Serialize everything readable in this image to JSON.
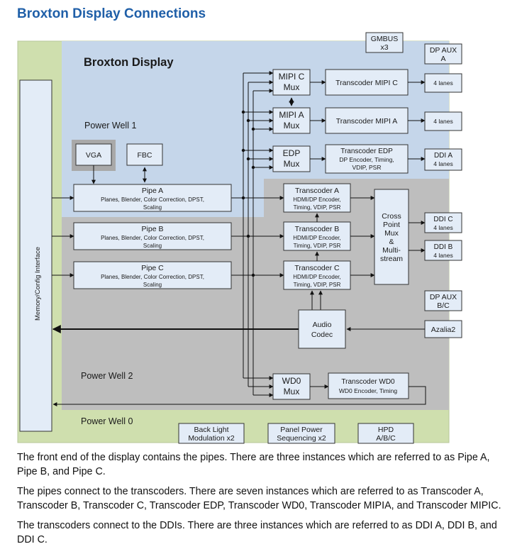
{
  "title": "Broxton Display Connections",
  "diagram": {
    "display_label": "Broxton Display",
    "power_well_1": "Power Well 1",
    "power_well_2": "Power Well 2",
    "power_well_0": "Power Well 0",
    "memory_config": "Memory/Config Interface",
    "gmbus": [
      "GMBUS",
      "x3"
    ],
    "dp_aux_a": [
      "DP AUX",
      "A"
    ],
    "mipi_c_mux": [
      "MIPI C",
      "Mux"
    ],
    "mipi_a_mux": [
      "MIPI A",
      "Mux"
    ],
    "edp_mux": [
      "EDP",
      "Mux"
    ],
    "wd0_mux": [
      "WD0",
      "Mux"
    ],
    "transcoder_mipi_c": "Transcoder MIPI C",
    "transcoder_mipi_a": "Transcoder MIPI A",
    "transcoder_edp": [
      "Transcoder EDP",
      "DP Encoder, Timing,",
      "VDIP, PSR"
    ],
    "transcoder_a": [
      "Transcoder A",
      "HDMI/DP Encoder,",
      "Timing, VDIP, PSR"
    ],
    "transcoder_b": [
      "Transcoder B",
      "HDMI/DP Encoder,",
      "Timing, VDIP, PSR"
    ],
    "transcoder_c": [
      "Transcoder C",
      "HDMI/DP Encoder,",
      "Timing, VDIP, PSR"
    ],
    "transcoder_wd0": [
      "Transcoder WD0",
      "WD0 Encoder, Timing"
    ],
    "cross_point": [
      "Cross",
      "Point",
      "Mux",
      "&",
      "Multi-",
      "stream"
    ],
    "vga": "VGA",
    "fbc": "FBC",
    "pipe_a": [
      "Pipe A",
      "Planes, Blender, Color Correction, DPST,",
      "Scaling"
    ],
    "pipe_b": [
      "Pipe B",
      "Planes, Blender, Color Correction, DPST,",
      "Scaling"
    ],
    "pipe_c": [
      "Pipe C",
      "Planes, Blender, Color Correction, DPST,",
      "Scaling"
    ],
    "lanes_mipi_c": "4 lanes",
    "lanes_mipi_a": "4 lanes",
    "ddi_a": [
      "DDI A",
      "4 lanes"
    ],
    "ddi_c": [
      "DDI C",
      "4 lanes"
    ],
    "ddi_b": [
      "DDI B",
      "4 lanes"
    ],
    "dp_aux_bc": [
      "DP AUX",
      "B/C"
    ],
    "azalia": "Azalia2",
    "audio_codec": [
      "Audio",
      "Codec"
    ],
    "backlight": [
      "Back Light",
      "Modulation x2"
    ],
    "panel_power": [
      "Panel Power",
      "Sequencing x2"
    ],
    "hpd": [
      "HPD",
      "A/B/C"
    ]
  },
  "paragraphs": [
    "The front end of the display contains the pipes. There are three instances which are referred to as Pipe A, Pipe B, and Pipe C.",
    "The pipes connect to the transcoders. There are seven instances which are referred to as Transcoder A, Transcoder B, Transcoder C, Transcoder EDP, Transcoder WD0, Transcoder MIPIA, and Transcoder MIPIC.",
    "The transcoders connect to the DDIs. There are three instances which are referred to as DDI A, DDI B, and DDI C."
  ],
  "colors": {
    "title": "#1f5fa8",
    "power_well_0": "#cfdfae",
    "power_well_1": "#c5d6ea",
    "power_well_2": "#bebebe",
    "block": "#e3ecf7",
    "vga_frame": "#a9a9a9"
  }
}
